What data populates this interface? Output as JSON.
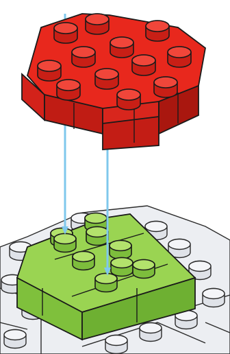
{
  "diagram": {
    "figure": "lego-assembly-step",
    "upper_part": {
      "color": "#e3261c",
      "color_top": "#ef3b2e",
      "color_dark": "#9e1a12",
      "studs": 12
    },
    "lower_part": {
      "color": "#8fcf4a",
      "color_top": "#a6dd5e",
      "color_dark": "#5f9a2a",
      "studs": 9
    },
    "base_bricks": {
      "color": "#e9ebf0",
      "color_dark": "#c7cbd4"
    },
    "guide_lines": {
      "color": "#7fc8ec",
      "count": 2
    },
    "outline_color": "#1a1a1a"
  }
}
